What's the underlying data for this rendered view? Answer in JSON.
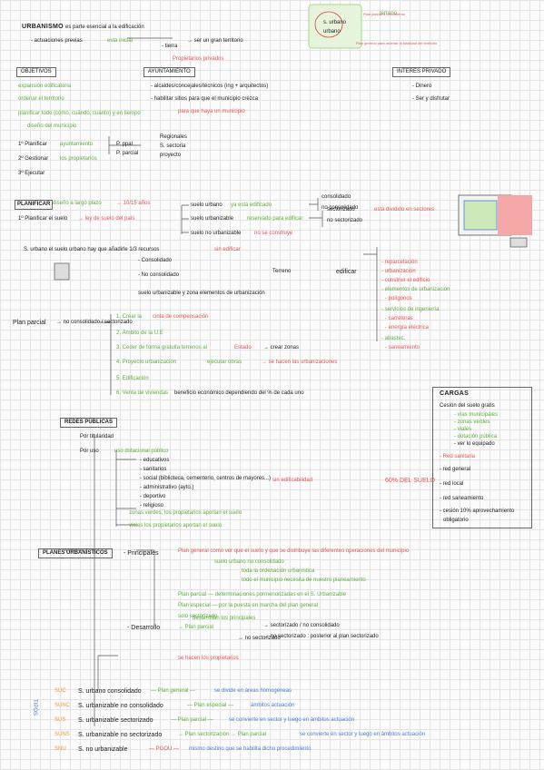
{
  "header": {
    "title": "URBANISMO",
    "title_rest": "es parte esencial a la edificación",
    "bullet1": "- actuaciones previas",
    "bullet1_g": "esta inicial",
    "bullet1_k": "- tierra",
    "to_hyphen": "→ ser un gran territorio",
    "prop_label": "Propietarios privados",
    "tengo_label": "terreno",
    "map_label1": "s. urbano",
    "map_label2": "urbano",
    "map_note": "Plan general para ordenar la totalidad del territorio",
    "map_right": "Plan parcial o crecimiento"
  },
  "row_headers": {
    "objetivos": "OBJETIVOS",
    "ayuntamiento": "AYUNTAMIENTO",
    "interes": "INTERES PRIVADO"
  },
  "objetivos": [
    "expansión edificatoria",
    "ordenar el territorio",
    "planificar todo (cómo, cuándo, cuánto) y en tiempo",
    "diseño del municipio"
  ],
  "ayuntamiento": [
    "- alcaldes/concejales/técnicos (ing + arquitectos)",
    "- habilitar sitios para que el municipio crezca",
    "para que haya un municipio"
  ],
  "interes": [
    "- Dinero",
    "- Ser y disfrutar"
  ],
  "steps": [
    "1º Planificar",
    "2º Gestionar",
    "3º Ejecutar"
  ],
  "steps_g": [
    "ayuntamiento",
    "los propietarios",
    ""
  ],
  "ppal": [
    "P. ppal",
    "P. parcial"
  ],
  "sectorial": [
    "Regionales",
    "S. sectoria",
    "proyecto"
  ],
  "planificar_block": {
    "label": "PLANIFICAR",
    "line1": "diseño a largo plazo",
    "line1b": "→ 10/15 años",
    "line2": "1º Planificar el suelo",
    "line2b": "→ ley de suelo del país",
    "urbano": "suelo urbano",
    "urbano_g": "ya está edificado",
    "urbanizable": "suelo urbanizable",
    "urbanizable_g": "reservado para edificar",
    "no_urb": "suelo no urbanizable",
    "no_urb_g": "no se construye",
    "consolidado": "consolidado",
    "no_consolidado": "no consolidado",
    "sectorizado": "sectorizado",
    "no_sectorizado": "no sectorizado",
    "sectorizado_g": "está dividido en sectores",
    "line3": "S. urbano el suelo urbano hay que añadirle 1/3 recursos",
    "line3b": "sin edificar"
  },
  "consolidados": [
    "- Consolidado",
    "- No consolidado",
    "suelo urbanizable y zona elementos de urbanización"
  ],
  "terreno": "Terreno",
  "edificar": "edificar",
  "right_list": [
    "- reparcelación",
    "- urbanización",
    "- construir el edificio",
    "- elementos de urbanización",
    "- polígonos",
    "- servicios de ingeniería",
    "- carreteras",
    "- energía eléctrica",
    "- abastec.",
    "- saneamiento"
  ],
  "plan_parcial": {
    "label": "Plan parcial",
    "note": "→ no consolidado / sectorizado",
    "items": [
      "1. Crear la",
      "2. Ámbito de la U.E",
      "3. Ceder de forma gratuita terrenos al",
      "4. Proyecto urbanización",
      "5. Edificación",
      "6. Venta de viviendas"
    ],
    "items_g": [
      "cinta de compensación",
      "",
      "Estado",
      "ejecutar obras",
      "",
      "beneficio económico dependiendo del % de cada uno"
    ],
    "items_r": [
      "",
      "",
      "→ crear zonas",
      "→ se hacen las urbanizaciones",
      "",
      ""
    ]
  },
  "cargas": {
    "title": "CARGAS",
    "items": [
      "Cesión del suelo gratis",
      "- vías municipales",
      "- zonas verdes",
      "- viales",
      "- dotación pública",
      "- ver lo equipado",
      "- Red sanitaria",
      "- red general",
      "- red local",
      "- red saneamiento",
      "- cesión 10% aprovechamiento",
      "obligatorio"
    ]
  },
  "redes": {
    "title": "REDES PÚBLICAS",
    "titularidad": "Por titularidad",
    "uso": "Por uso",
    "uso_text": "uso dotacional público",
    "list": [
      "- educativos",
      "- sanitarios",
      "- social (biblioteca, cementerio, centros de mayores...)",
      "- administrativo (ayto.)",
      "- deportivo",
      "- religioso"
    ],
    "sin_edif": "sin edificabilidad",
    "suelo": "60% DEL SUELO",
    "zonas": "zonas verdes, los propietarios aportan el suelo",
    "viales": "viales los propietarios aportan el suelo"
  },
  "planes": {
    "title": "PLANES URBANÍSTICOS",
    "principales": "- Principales",
    "lines": [
      "Plan general como ver que el suelo y que se distribuye las diferentes operaciones del municipio",
      "suelo urbano no consolidado",
      "toda la ordenación urbanística",
      "todo el municipio necesita de nuestro planeamiento",
      "Plan parcial — determinaciones pormenorizadas en el S. Urbanizable",
      "Plan especial — por la puesta en marcha del plan general",
      "solo sectorizado"
    ],
    "desarrollo": "- Desarrollo",
    "des_lines": [
      "desarrollan los principales",
      "→ no sectorizado",
      "→ Plan parcial",
      "se hacen los propietarios"
    ],
    "sector": "→ sectorizado / no consolidado",
    "sector2": "→ no sectorizado : posterior al plan sectorizado"
  },
  "tipos": {
    "side": "TIPOS",
    "rows": [
      {
        "code": "SUC",
        "a": "S. urbano consolidado",
        "b": "— Plan general —",
        "c": "se divide en áreas homogéneas"
      },
      {
        "code": "SUNC",
        "a": "S. urbanizable no consolidado",
        "b": "— Plan especial —",
        "c": "ámbitos actuación"
      },
      {
        "code": "SUS",
        "a": "S. urbanizable sectorizado",
        "b": "— Plan parcial —",
        "c": "se convierte en sector y luego en ámbitos actuación"
      },
      {
        "code": "SUNS",
        "a": "S. urbanizable no sectorizado",
        "b": "→ Plan sectorización → Plan parcial",
        "c": "se convierte en sector y luego en ámbitos actuación"
      },
      {
        "code": "SNU",
        "a": "S. no urbanizable",
        "b": "— PGOU —",
        "c": "mismo destino que se habilita dicho procedimiento"
      }
    ]
  }
}
